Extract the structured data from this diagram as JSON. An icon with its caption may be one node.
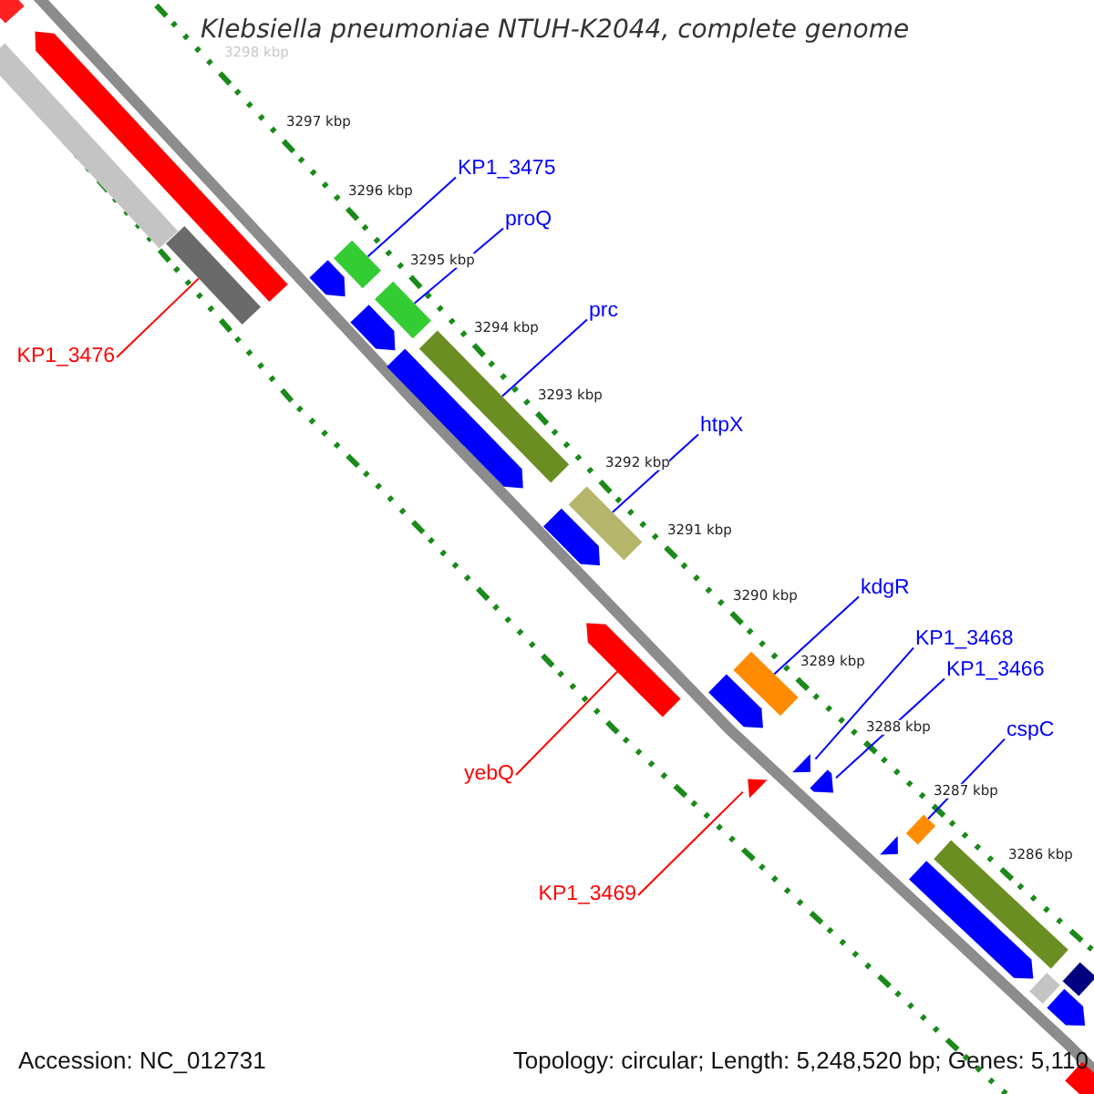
{
  "diagram": {
    "title": "Klebsiella pneumoniae NTUH-K2044, complete genome",
    "nodes": [
      {
        "text": [
          "KP1_3475"
        ]
      },
      {
        "text": [
          "proQ"
        ]
      },
      {
        "text": [
          "prc"
        ]
      },
      {
        "text": [
          "KP1_3476"
        ]
      },
      {
        "text": [
          "htpX"
        ]
      },
      {
        "text": [
          "kdgR"
        ]
      },
      {
        "text": [
          "KP1_3468"
        ]
      },
      {
        "text": [
          "KP1_3466"
        ]
      },
      {
        "text": [
          "cspC"
        ]
      },
      {
        "text": [
          "yebQ"
        ]
      },
      {
        "text": [
          "KP1_3469"
        ]
      },
      {
        "text": [],
        "shape": "bar"
      },
      {
        "text": [],
        "shape": "bar"
      },
      {
        "text": [],
        "shape": "bar"
      },
      {
        "text": [],
        "shape": "bar"
      },
      {
        "text": [],
        "shape": "bar"
      },
      {
        "text": [],
        "shape": "pentagon"
      },
      {
        "text": [],
        "shape": "bar"
      },
      {
        "text": [],
        "shape": "pentagon"
      },
      {
        "text": [],
        "shape": "pentagon"
      },
      {
        "text": [],
        "shape": "pentagon"
      },
      {
        "text": [],
        "shape": "bar"
      },
      {
        "text": [],
        "shape": "bar"
      },
      {
        "text": [],
        "shape": "bar"
      },
      {
        "text": [],
        "shape": "pentagon"
      },
      {
        "text": [],
        "shape": "pentagon"
      },
      {
        "text": [],
        "shape": "pentagon"
      },
      {
        "text": [],
        "shape": "pentagon"
      },
      {
        "text": [],
        "shape": "pentagon"
      },
      {
        "text": [],
        "shape": "pentagon"
      },
      {
        "text": [],
        "shape": "pentagon"
      },
      {
        "text": [],
        "shape": "bar"
      },
      {
        "text": [],
        "shape": "pentagon"
      },
      {
        "text": [],
        "shape": "bar"
      },
      {
        "text": [],
        "shape": "bar"
      },
      {
        "text": [],
        "shape": "pentagon"
      },
      {
        "text": [],
        "shape": "bar"
      }
    ],
    "edges": [
      {
        "from": 0,
        "to": 11,
        "arrow": "none"
      },
      {
        "from": 1,
        "to": 13,
        "arrow": "none"
      },
      {
        "from": 2,
        "to": 14,
        "arrow": "none"
      },
      {
        "from": 3,
        "to": 12,
        "arrow": "none",
        "color": "#ff0000"
      },
      {
        "from": 4,
        "to": 15,
        "arrow": "none"
      },
      {
        "from": 5,
        "to": 17,
        "arrow": "none"
      },
      {
        "from": 6,
        "to": 18,
        "arrow": "none"
      },
      {
        "from": 7,
        "to": 20,
        "arrow": "none"
      },
      {
        "from": 8,
        "to": 21,
        "arrow": "none"
      },
      {
        "from": 9,
        "to": 16,
        "arrow": "none",
        "color": "#ff0000"
      },
      {
        "from": 10,
        "to": 19,
        "arrow": "none",
        "color": "#ff0000"
      }
    ],
    "labels": [
      "3298 kbp",
      "3297 kbp",
      "3296 kbp",
      "3295 kbp",
      "3294 kbp",
      "3293 kbp",
      "3292 kbp",
      "3291 kbp",
      "3290 kbp",
      "3289 kbp",
      "3288 kbp",
      "3287 kbp",
      "3286 kbp",
      "Accession: NC_012731",
      "Topology: circular; Length: 5,248,520 bp; Genes: 5,110"
    ]
  }
}
